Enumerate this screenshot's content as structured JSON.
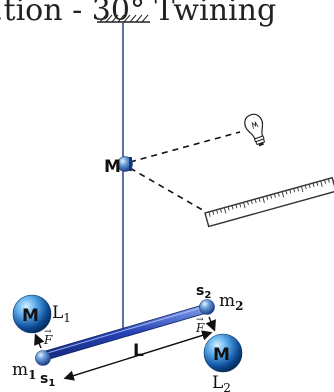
{
  "top_text": ".tion - 30° Twining",
  "labels": {
    "pivot_mass": "M",
    "large_mass_left": "M",
    "large_mass_right": "M",
    "L1_main": "L",
    "L1_sub": "1",
    "L2_main": "L",
    "L2_sub": "2",
    "m1_main": "m",
    "m1_sub": "1",
    "m2_main": "m",
    "m2_sub": "2",
    "s1_main": "s",
    "s1_sub": "1",
    "s2_main": "s",
    "s2_sub": "2",
    "rod_length": "L",
    "force_left": "F",
    "force_right": "F"
  },
  "colors": {
    "fiber": "#3a4a8c",
    "rod": "#2a44b0",
    "sphere_light": "#8fd0ff",
    "sphere_dark": "#0b4c98",
    "ruler": "#333333"
  },
  "icons": {
    "light_source": "lightbulb-icon",
    "ceiling": "ceiling-hatch-icon",
    "scale": "ruler-icon"
  }
}
